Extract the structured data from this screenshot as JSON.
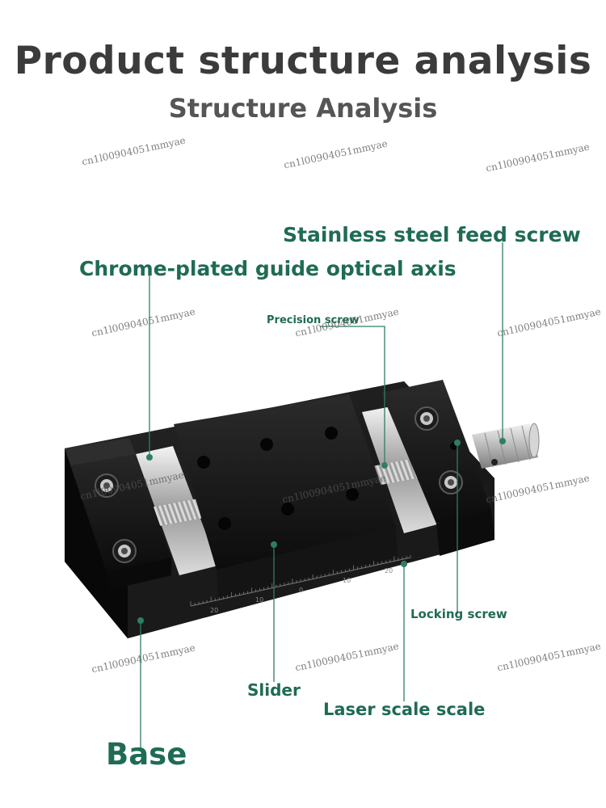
{
  "header": {
    "title": "Product structure analysis",
    "subtitle": "Structure Analysis"
  },
  "labels": {
    "feed_screw": "Stainless steel feed screw",
    "guide_axis": "Chrome-plated guide optical axis",
    "precision_screw": "Precision screw",
    "locking_screw": "Locking screw",
    "slider": "Slider",
    "laser_scale": "Laser scale scale",
    "base": "Base"
  },
  "scale_ticks": [
    "20",
    "10",
    "0",
    "10",
    "20"
  ],
  "watermark": "cn1l00904051mmyae",
  "colors": {
    "label_green": "#1f6b55",
    "leader_line": "#2f7d67",
    "title_gray": "#3b3b3b"
  }
}
